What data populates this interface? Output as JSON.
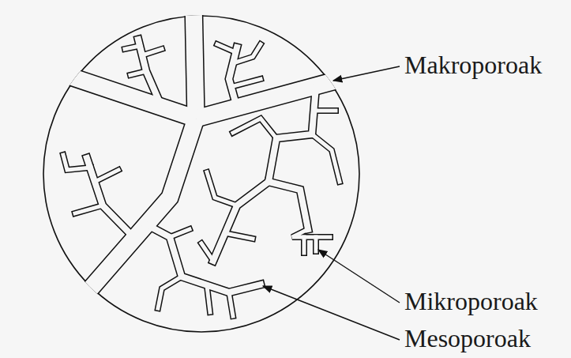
{
  "diagram": {
    "labels": [
      "Makroporoak",
      "Mikroporoak",
      "Mesoporoak"
    ]
  }
}
